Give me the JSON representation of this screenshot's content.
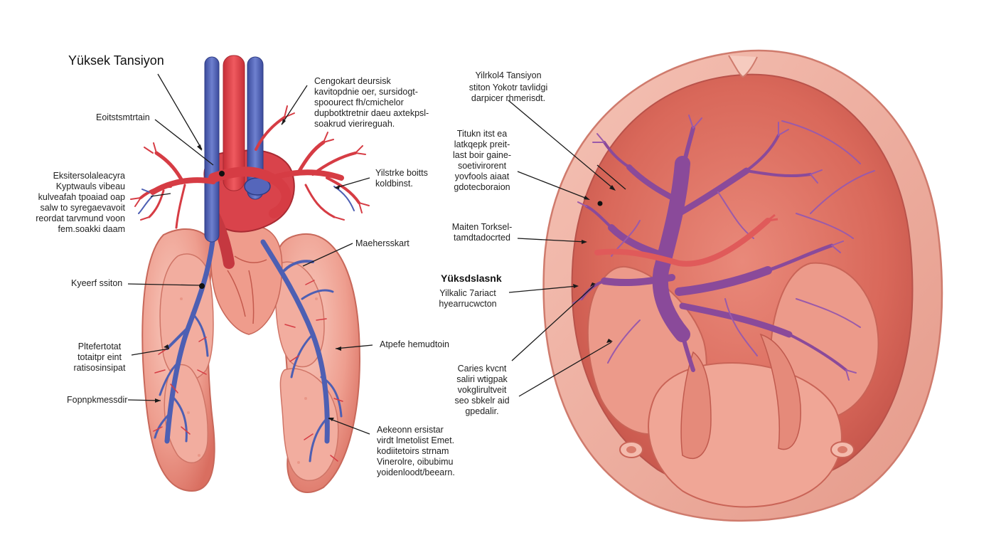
{
  "left_panel": {
    "title": "Yüksek Tansiyon",
    "labels": [
      "Eoitstsmtrtain",
      "Eksitersolaleacyra\nKyptwauls vibeau\nkulveafah tpoaiad oap\nsalw to syregaevavoit\nreordat tarvmund voon\nfem.soakki daam",
      "Kyeerf ssiton",
      "Pltefertotat\ntotaitpr eint\nratisosinsipat",
      "Fopnpkmessdir",
      "Cengokart deursisk\nkavitopdnie oer, sursidogt-\nspoourect fh/cmichelor\ndupbotktretnir daeu axtekpsl-\nsoakrud vierireguah.",
      "Yilstrke boitts\nkoldbinst.",
      "Maehersskart",
      "Atpefe hemudtoin",
      "Aekeonn ersistar\nvirdt lmetolist Emet.\nkodiitetoirs strnam\nVinerolre, oibubimu\nyoidenloodt/beearn."
    ]
  },
  "right_panel": {
    "title": "Yilrkol4 Tansiyon",
    "subtitle": "stiton Yokotr tavlidgi\ndarpicer rhmerisdt.",
    "labels": [
      "Titukn itst ea\nlatkqepk preit-\nlast boir gaine-\nsoetivirorent\nyovfools aiaat\ngdotecboraion",
      "Maiten Torksel-\ntamdtadocrted",
      "Yüksdslasnk",
      "Yilkalic 7ariact\nhyearrucwcton",
      "Caries kvcnt\nsaliri wtigpak\nvokglirultveit\nseo sbkelr aid\ngpedalir."
    ]
  },
  "colors": {
    "tissue_light": "#f3b3a6",
    "tissue_mid": "#e98877",
    "tissue_dark": "#c9584a",
    "artery_red": "#d63c44",
    "vein_blue": "#4d5fb3",
    "vessel_purple": "#8a4a9a",
    "leader_line": "#1a1a1a"
  }
}
